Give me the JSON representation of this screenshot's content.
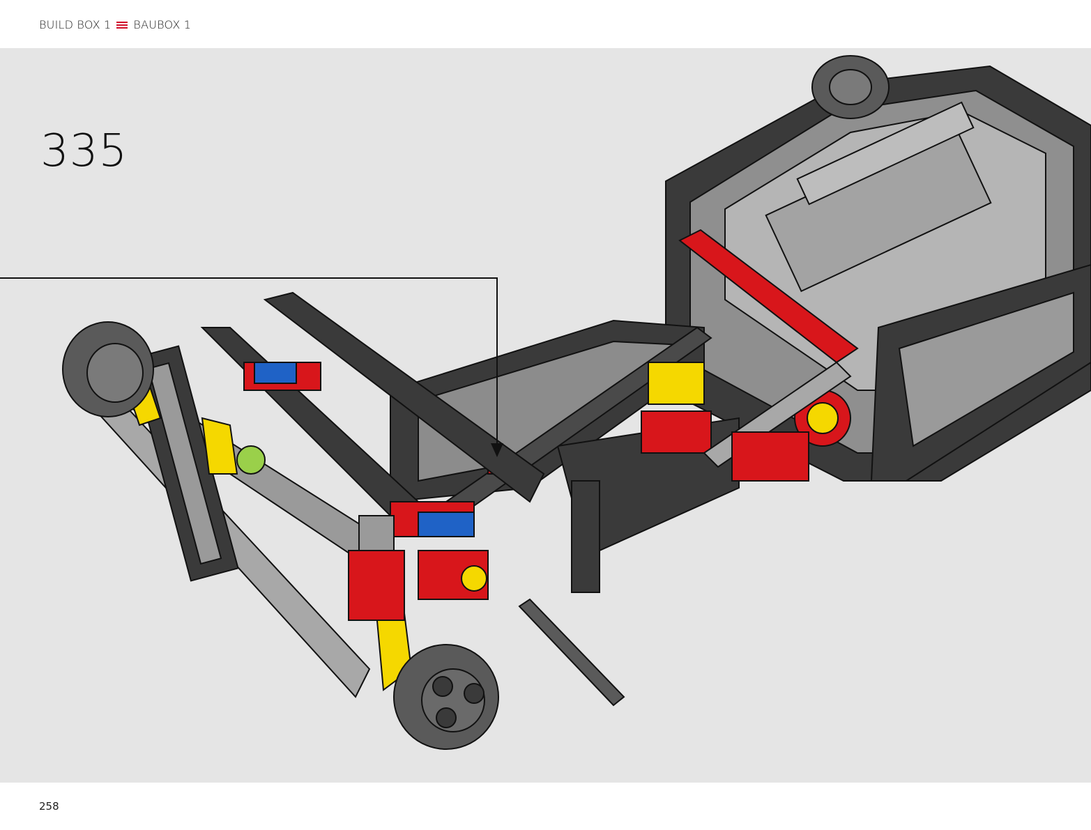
{
  "header": {
    "build_box_en": "BUILD BOX 1",
    "separator_icon": "menu-icon",
    "build_box_de": "BAUBOX 1",
    "accent_color": "#d0102b"
  },
  "step": {
    "number": "335"
  },
  "footer": {
    "page_number": "258"
  },
  "colors": {
    "background": "#e5e5e5",
    "dark_gray": "#3a3a3a",
    "light_gray": "#a8a8a8",
    "red": "#d8161b",
    "yellow": "#f5d800",
    "blue": "#1f62c6",
    "orange": "#f08a2e",
    "lime": "#9ad04a"
  }
}
